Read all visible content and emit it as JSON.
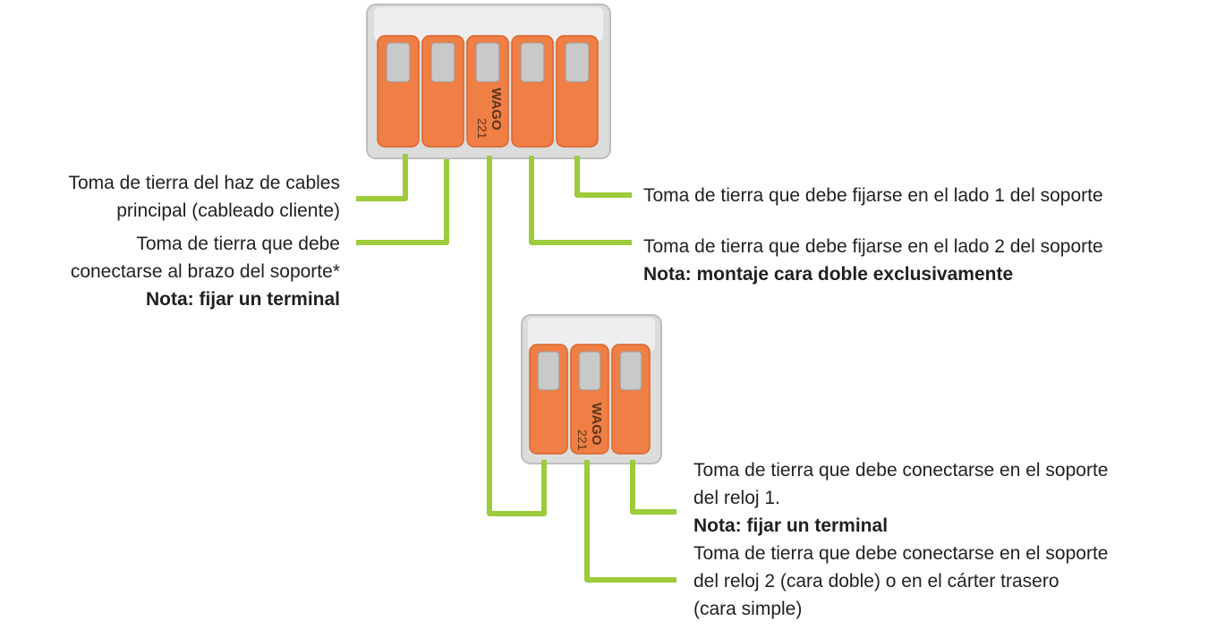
{
  "colors": {
    "wire": "#9ccb3b",
    "lever": "#f07f45",
    "lever_dark": "#d9642c",
    "housing": "#d8d8d8",
    "housing_edge": "#b9b9b9",
    "text": "#231f20"
  },
  "connector_large": {
    "brand": "WAGO",
    "model": "221",
    "poles": 5
  },
  "connector_small": {
    "brand": "WAGO",
    "model": "221",
    "poles": 3
  },
  "labels": {
    "main_harness": {
      "lines": [
        "Toma de tierra del haz de cables",
        "principal (cableado cliente)"
      ]
    },
    "support_arm": {
      "lines": [
        "Toma de tierra que debe",
        "conectarse al brazo del soporte*"
      ],
      "note": "Nota: fijar un terminal"
    },
    "support_side_1": {
      "lines": [
        "Toma de tierra que debe fijarse en el lado 1 del soporte"
      ]
    },
    "support_side_2": {
      "lines": [
        "Toma de tierra que debe fijarse en el lado 2 del soporte"
      ],
      "note": "Nota: montaje cara doble exclusivamente"
    },
    "clock_1": {
      "lines": [
        "Toma de tierra que debe conectarse en el soporte",
        "del reloj 1."
      ],
      "note": "Nota: fijar un terminal"
    },
    "clock_2": {
      "lines": [
        "Toma de tierra que debe conectarse en el soporte",
        "del reloj 2 (cara doble) o en el cárter trasero",
        "(cara simple)"
      ]
    }
  }
}
